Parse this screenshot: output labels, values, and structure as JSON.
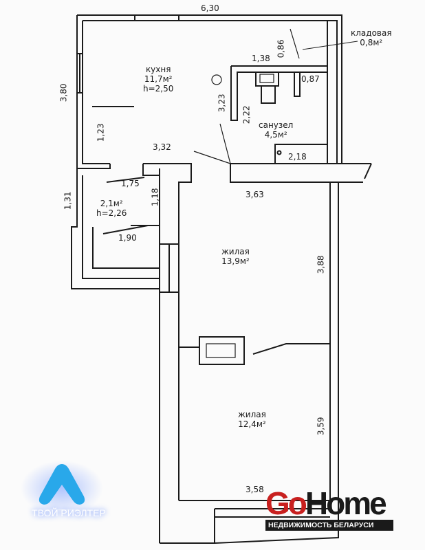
{
  "rooms": [
    {
      "name": "кухня",
      "area": "11,7м²",
      "height": "h=2,50"
    },
    {
      "name": "кладовая",
      "area": "0,8м²"
    },
    {
      "name": "санузел",
      "area": "4,5м²"
    },
    {
      "name": "",
      "area": "2,1м²",
      "height": "h=2,26"
    },
    {
      "name": "жилая",
      "area": "13,9м²"
    },
    {
      "name": "жилая",
      "area": "12,4м²"
    }
  ],
  "dimensions": {
    "top": "6,30",
    "kitchen_left": "3,80",
    "kitchen_inner": "1,23",
    "kitchen_bottom": "3,32",
    "closet_h": "0,86",
    "bath_top": "1,38",
    "bath_right": "0,87",
    "bath_left_outer": "3,23",
    "bath_left_inner": "2,22",
    "bath_bottom": "2,18",
    "small_w": "1,75",
    "small_h_inner": "1,18",
    "small_left": "1,31",
    "small_bottom": "1,90",
    "living1_top": "3,63",
    "living1_right": "3,88",
    "living2_right": "3,59",
    "living2_bottom": "3,58"
  },
  "logos": {
    "left": "ТВОЙ РИЭЛТЕР",
    "right_a": "Go",
    "right_b": "Home",
    "right_sub": "НЕДВИЖИМОСТЬ БЕЛАРУСИ"
  }
}
